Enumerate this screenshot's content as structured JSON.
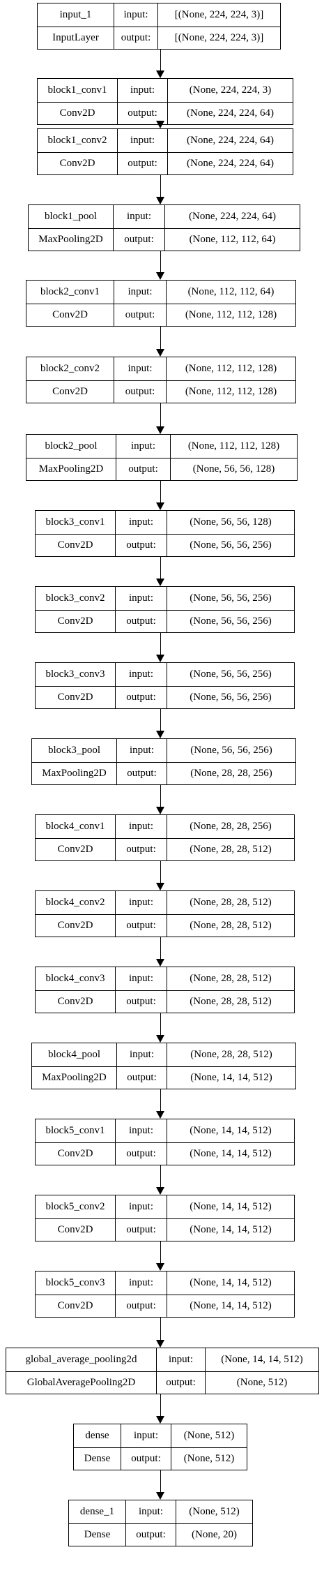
{
  "layers": [
    {
      "name": "input_1",
      "type": "InputLayer",
      "input_label": "input:",
      "output_label": "output:",
      "input_shape": "[(None, 224, 224, 3)]",
      "output_shape": "[(None, 224, 224, 3)]"
    },
    {
      "name": "block1_conv1",
      "type": "Conv2D",
      "input_label": "input:",
      "output_label": "output:",
      "input_shape": "(None, 224, 224, 3)",
      "output_shape": "(None, 224, 224, 64)"
    },
    {
      "name": "block1_conv2",
      "type": "Conv2D",
      "input_label": "input:",
      "output_label": "output:",
      "input_shape": "(None, 224, 224, 64)",
      "output_shape": "(None, 224, 224, 64)"
    },
    {
      "name": "block1_pool",
      "type": "MaxPooling2D",
      "input_label": "input:",
      "output_label": "output:",
      "input_shape": "(None, 224, 224, 64)",
      "output_shape": "(None, 112, 112, 64)"
    },
    {
      "name": "block2_conv1",
      "type": "Conv2D",
      "input_label": "input:",
      "output_label": "output:",
      "input_shape": "(None, 112, 112, 64)",
      "output_shape": "(None, 112, 112, 128)"
    },
    {
      "name": "block2_conv2",
      "type": "Conv2D",
      "input_label": "input:",
      "output_label": "output:",
      "input_shape": "(None, 112, 112, 128)",
      "output_shape": "(None, 112, 112, 128)"
    },
    {
      "name": "block2_pool",
      "type": "MaxPooling2D",
      "input_label": "input:",
      "output_label": "output:",
      "input_shape": "(None, 112, 112, 128)",
      "output_shape": "(None, 56, 56, 128)"
    },
    {
      "name": "block3_conv1",
      "type": "Conv2D",
      "input_label": "input:",
      "output_label": "output:",
      "input_shape": "(None, 56, 56, 128)",
      "output_shape": "(None, 56, 56, 256)"
    },
    {
      "name": "block3_conv2",
      "type": "Conv2D",
      "input_label": "input:",
      "output_label": "output:",
      "input_shape": "(None, 56, 56, 256)",
      "output_shape": "(None, 56, 56, 256)"
    },
    {
      "name": "block3_conv3",
      "type": "Conv2D",
      "input_label": "input:",
      "output_label": "output:",
      "input_shape": "(None, 56, 56, 256)",
      "output_shape": "(None, 56, 56, 256)"
    },
    {
      "name": "block3_pool",
      "type": "MaxPooling2D",
      "input_label": "input:",
      "output_label": "output:",
      "input_shape": "(None, 56, 56, 256)",
      "output_shape": "(None, 28, 28, 256)"
    },
    {
      "name": "block4_conv1",
      "type": "Conv2D",
      "input_label": "input:",
      "output_label": "output:",
      "input_shape": "(None, 28, 28, 256)",
      "output_shape": "(None, 28, 28, 512)"
    },
    {
      "name": "block4_conv2",
      "type": "Conv2D",
      "input_label": "input:",
      "output_label": "output:",
      "input_shape": "(None, 28, 28, 512)",
      "output_shape": "(None, 28, 28, 512)"
    },
    {
      "name": "block4_conv3",
      "type": "Conv2D",
      "input_label": "input:",
      "output_label": "output:",
      "input_shape": "(None, 28, 28, 512)",
      "output_shape": "(None, 28, 28, 512)"
    },
    {
      "name": "block4_pool",
      "type": "MaxPooling2D",
      "input_label": "input:",
      "output_label": "output:",
      "input_shape": "(None, 28, 28, 512)",
      "output_shape": "(None, 14, 14, 512)"
    },
    {
      "name": "block5_conv1",
      "type": "Conv2D",
      "input_label": "input:",
      "output_label": "output:",
      "input_shape": "(None, 14, 14, 512)",
      "output_shape": "(None, 14, 14, 512)"
    },
    {
      "name": "block5_conv2",
      "type": "Conv2D",
      "input_label": "input:",
      "output_label": "output:",
      "input_shape": "(None, 14, 14, 512)",
      "output_shape": "(None, 14, 14, 512)"
    },
    {
      "name": "block5_conv3",
      "type": "Conv2D",
      "input_label": "input:",
      "output_label": "output:",
      "input_shape": "(None, 14, 14, 512)",
      "output_shape": "(None, 14, 14, 512)"
    },
    {
      "name": "global_average_pooling2d",
      "type": "GlobalAveragePooling2D",
      "input_label": "input:",
      "output_label": "output:",
      "input_shape": "(None, 14, 14, 512)",
      "output_shape": "(None, 512)"
    },
    {
      "name": "dense",
      "type": "Dense",
      "input_label": "input:",
      "output_label": "output:",
      "input_shape": "(None, 512)",
      "output_shape": "(None, 512)"
    },
    {
      "name": "dense_1",
      "type": "Dense",
      "input_label": "input:",
      "output_label": "output:",
      "input_shape": "(None, 512)",
      "output_shape": "(None, 20)"
    }
  ]
}
